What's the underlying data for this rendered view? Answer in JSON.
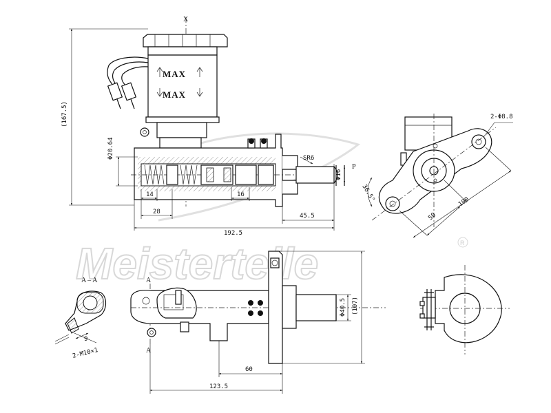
{
  "watermark": {
    "brand": "Meisterteile",
    "registered": "R"
  },
  "labels": {
    "axis_x": "X",
    "max_upper": "MAX",
    "max_lower": "MAX",
    "port_p": "P",
    "section_title": "A – A",
    "section_mark_top": "A",
    "section_mark_bottom": "A"
  },
  "dimensions": {
    "overall_height": "(167.5)",
    "bore_dia": "Φ20.64",
    "d14": "14",
    "d16": "16",
    "d28": "28",
    "sr6": "SR6",
    "pin_dia": "Φ16",
    "d45_5": "45.5",
    "length_192_5": "192.5",
    "holes": "2-Φ8.8",
    "angle": "36.5°",
    "d50": "50",
    "d100": "100",
    "boss_dia": "Φ40.5",
    "flange_h": "(107)",
    "d60": "60",
    "d123_5": "123.5",
    "thread": "2-M10×1"
  }
}
